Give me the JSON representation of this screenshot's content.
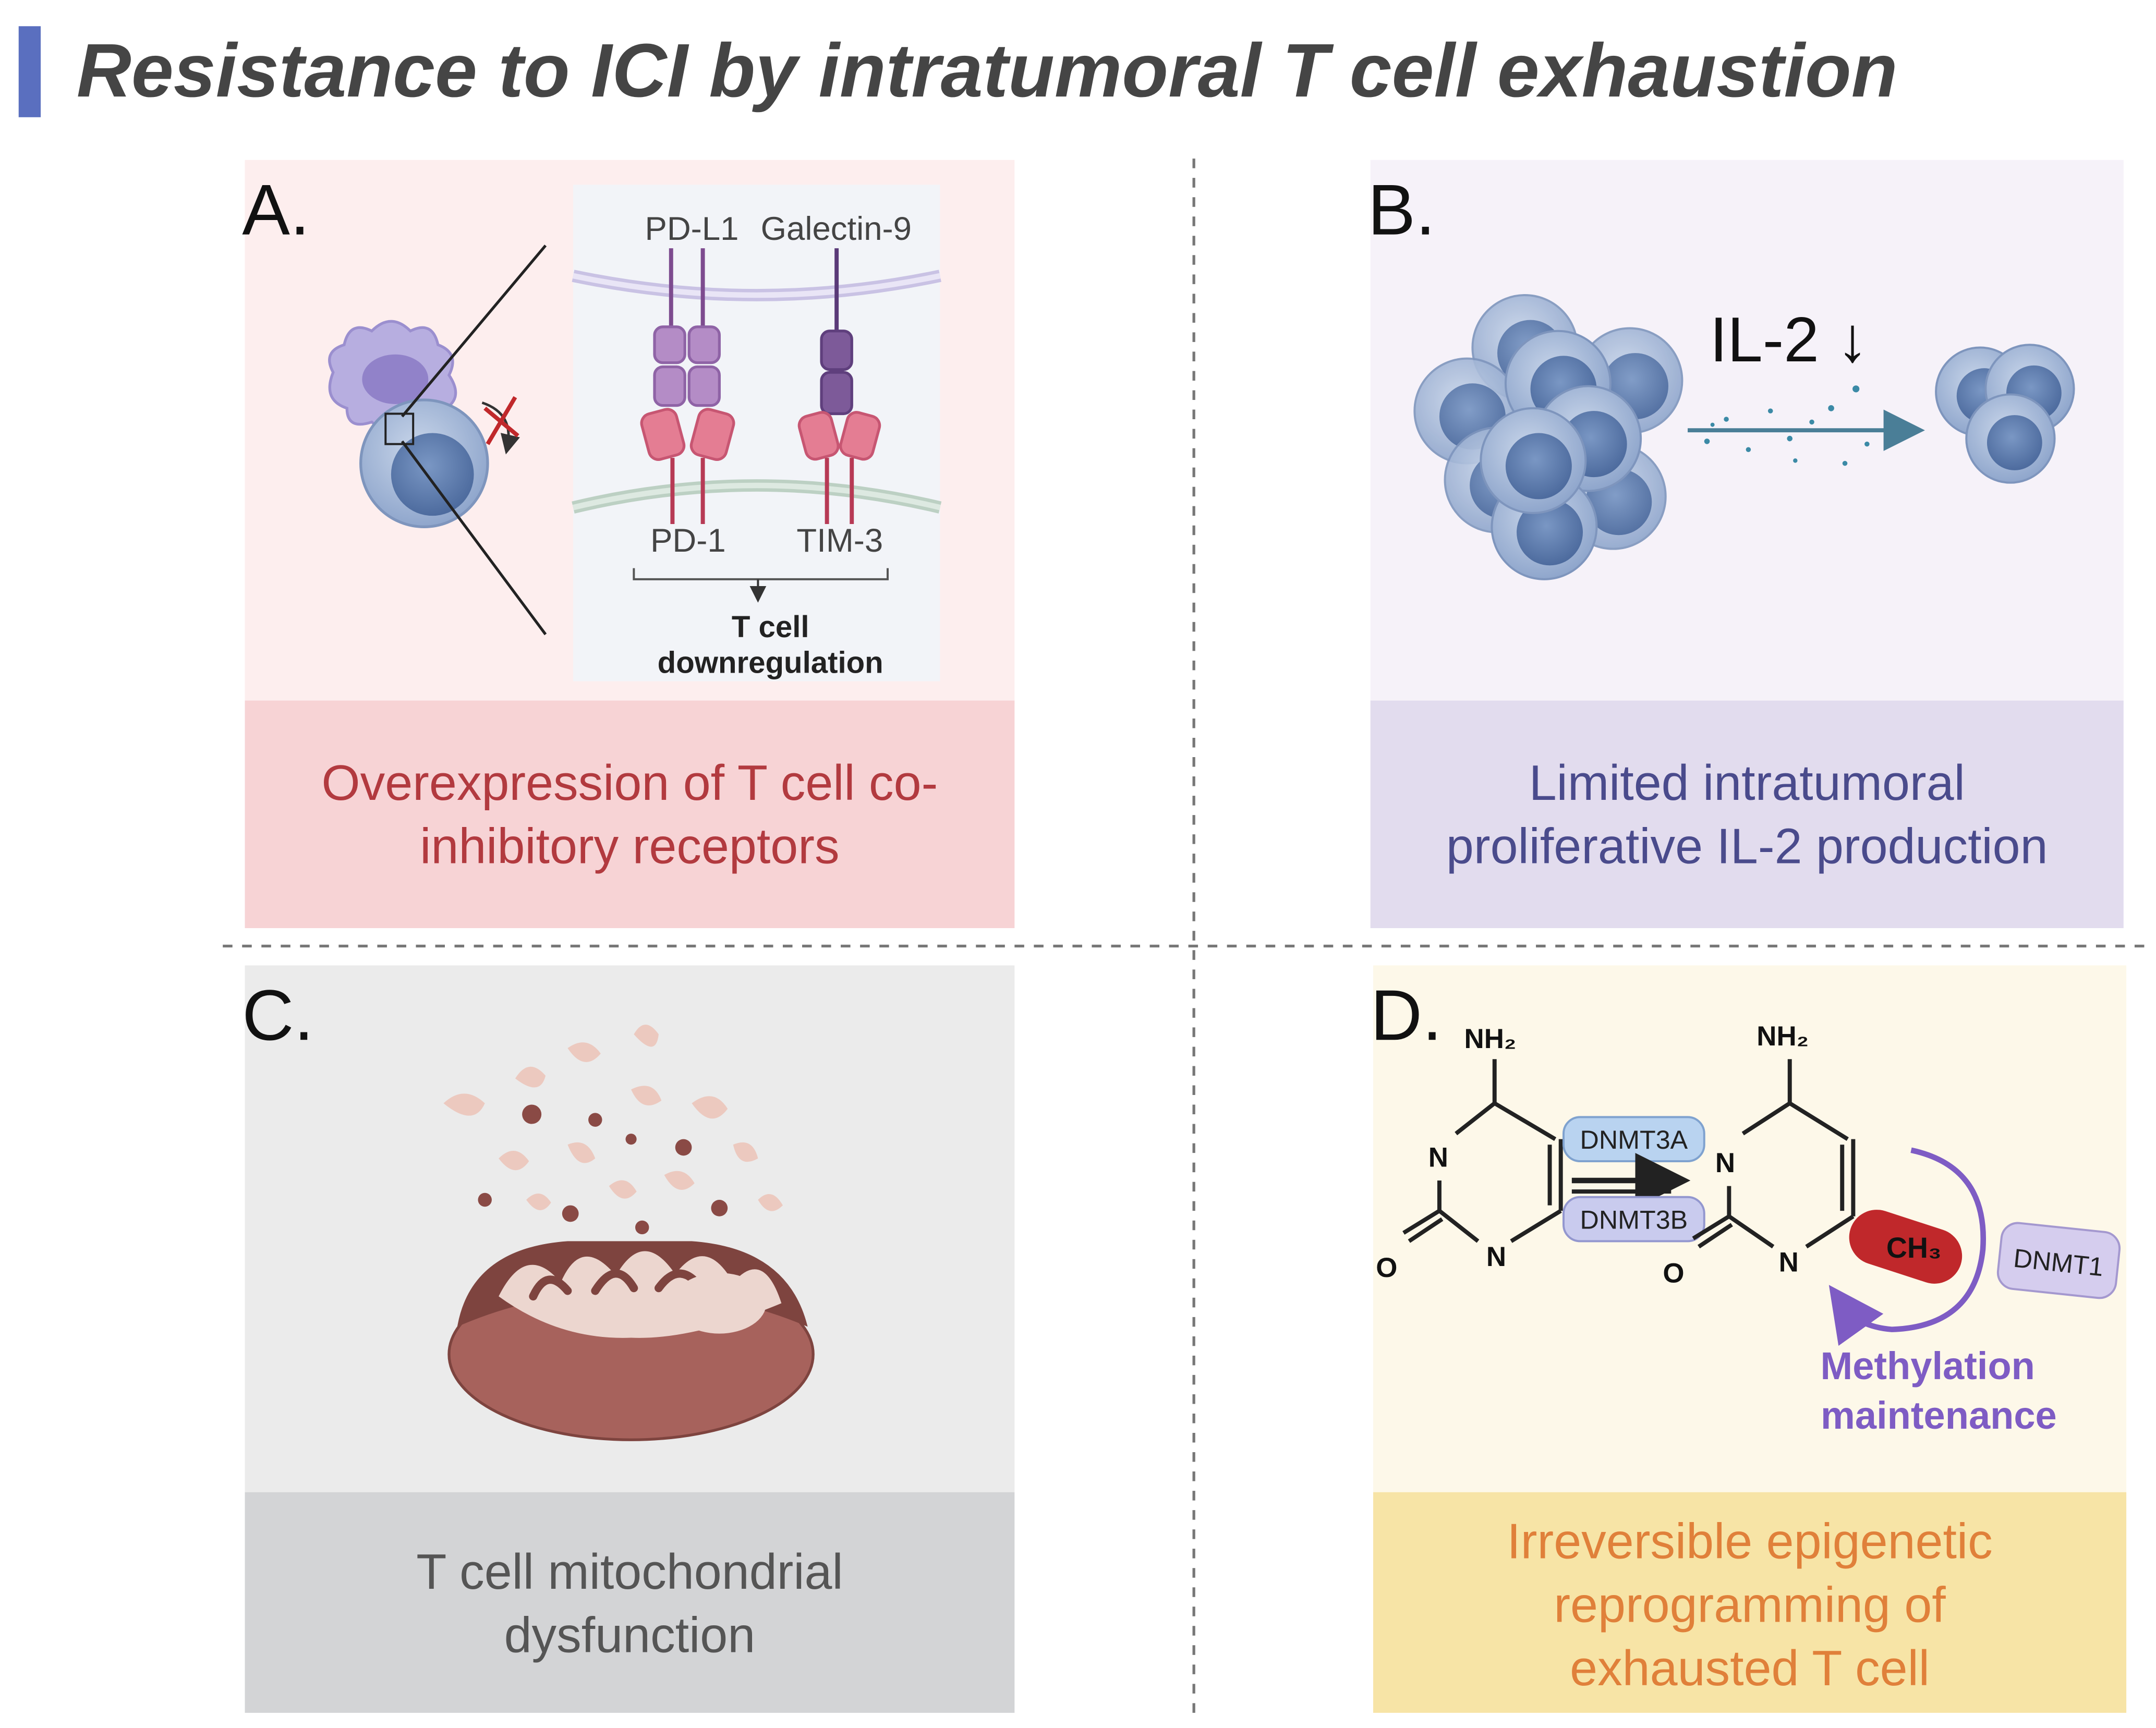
{
  "title": "Resistance to ICI by intratumoral T cell exhaustion",
  "colors": {
    "title_bar": "#5a6fbf",
    "title_text": "#454545",
    "panel_a_bg": "#fdeeee",
    "panel_a_caption_bg": "#f7d3d5",
    "panel_a_caption_text": "#b23a3f",
    "panel_b_bg": "#f6f2f9",
    "panel_b_caption_bg": "#e2dcee",
    "panel_b_caption_text": "#4a4b8c",
    "panel_c_bg": "#ebebeb",
    "panel_c_caption_bg": "#d3d4d6",
    "panel_c_caption_text": "#555555",
    "panel_d_bg": "#fdf8e9",
    "panel_d_caption_bg": "#f7e4a6",
    "panel_d_caption_text": "#e0803a",
    "purple_accent": "#7e5cc4",
    "ch3_red": "#c0282b"
  },
  "panels": {
    "a": {
      "letter": "A.",
      "caption_line1": "Overexpression of T cell co-",
      "caption_line2": "inhibitory receptors",
      "ligand_1": "PD-L1",
      "ligand_2": "Galectin-9",
      "receptor_1": "PD-1",
      "receptor_2": "TIM-3",
      "outcome_line1": "T cell",
      "outcome_line2": "downregulation"
    },
    "b": {
      "letter": "B.",
      "cytokine_label": "IL-2",
      "arrow_glyph": "↓",
      "caption_line1": "Limited intratumoral",
      "caption_line2": "proliferative IL-2 production"
    },
    "c": {
      "letter": "C.",
      "caption_line1": "T cell mitochondrial",
      "caption_line2": "dysfunction"
    },
    "d": {
      "letter": "D.",
      "nh2_left": "NH₂",
      "nh2_right": "NH₂",
      "n_atom": "N",
      "o_atom": "O",
      "enzyme_1": "DNMT3A",
      "enzyme_2": "DNMT3B",
      "enzyme_3": "DNMT1",
      "methyl": "CH₃",
      "maintenance_line1": "Methylation",
      "maintenance_line2": "maintenance",
      "caption_line1": "Irreversible epigenetic",
      "caption_line2": "reprogramming of",
      "caption_line3": "exhausted T cell"
    }
  }
}
